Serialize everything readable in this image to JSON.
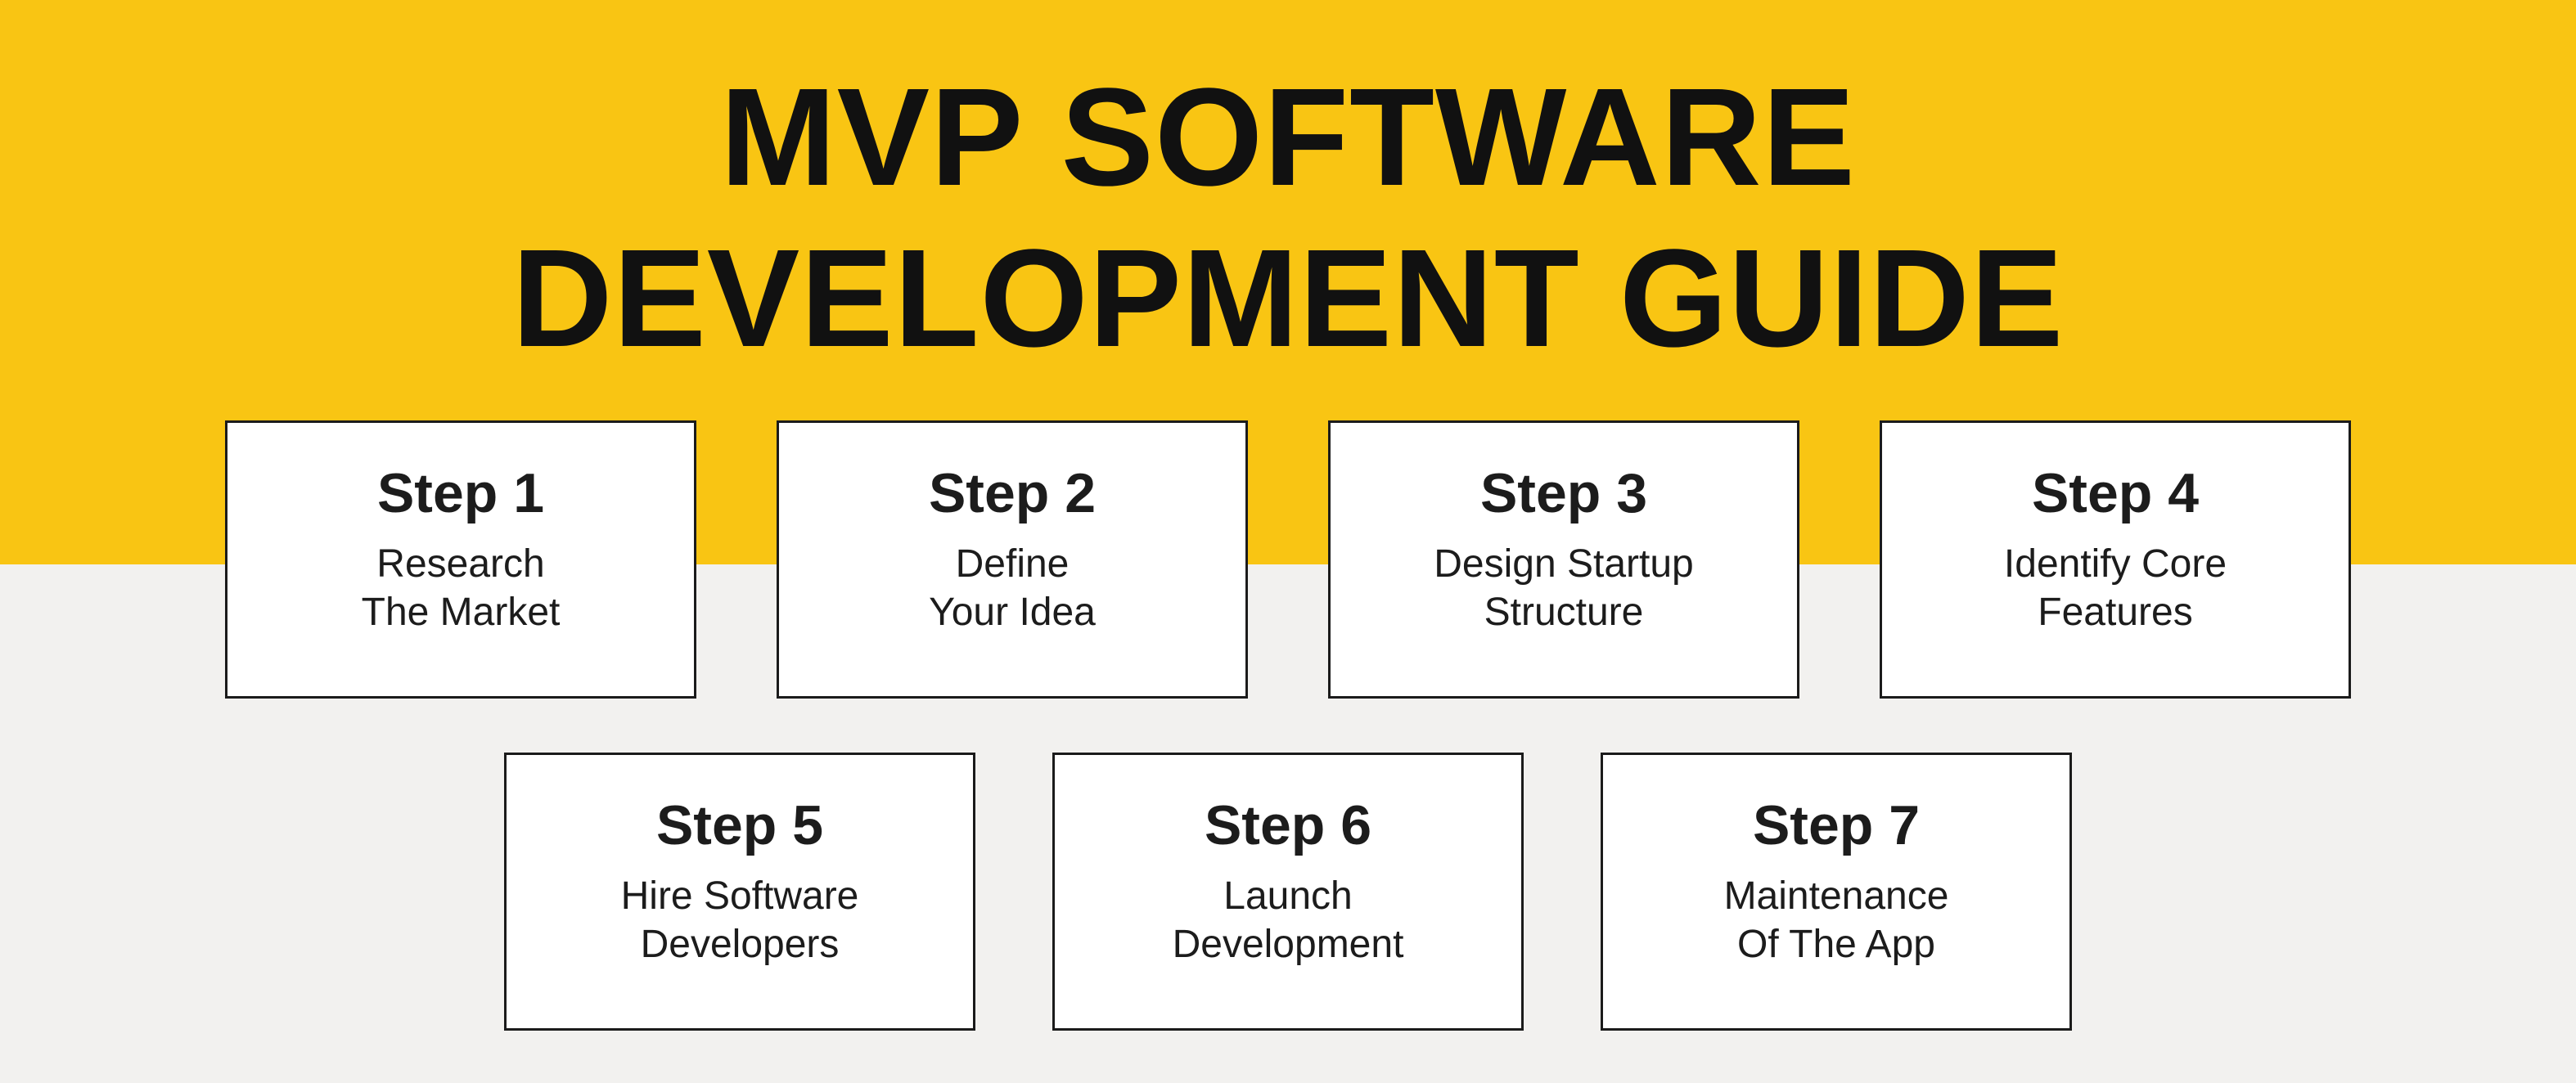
{
  "colors": {
    "banner": "#F9C513",
    "page_bg": "#F2F1EF",
    "card_bg": "#FFFFFF",
    "card_border": "#1B1B1B",
    "title_text": "#111111",
    "step_text": "#1C1C1C"
  },
  "title": {
    "line1": "MVP SOFTWARE",
    "line2": "DEVELOPMENT GUIDE"
  },
  "steps": [
    {
      "title": "Step 1",
      "lines": [
        "Research",
        "The Market"
      ]
    },
    {
      "title": "Step 2",
      "lines": [
        "Define",
        "Your Idea"
      ]
    },
    {
      "title": "Step 3",
      "lines": [
        "Design Startup",
        "Structure"
      ]
    },
    {
      "title": "Step 4",
      "lines": [
        "Identify Core",
        "Features"
      ]
    },
    {
      "title": "Step 5",
      "lines": [
        "Hire Software",
        "Developers"
      ]
    },
    {
      "title": "Step 6",
      "lines": [
        "Launch",
        "Development"
      ]
    },
    {
      "title": "Step 7",
      "lines": [
        "Maintenance",
        "Of The App"
      ]
    }
  ]
}
